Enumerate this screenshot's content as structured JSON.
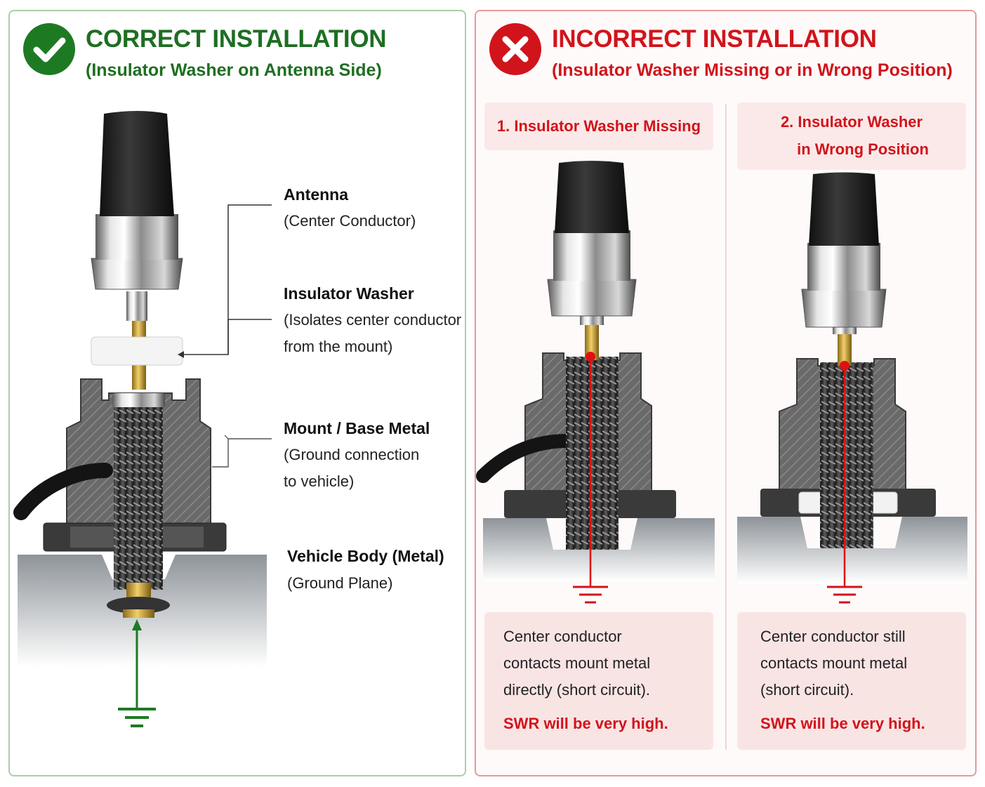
{
  "correct": {
    "title": "CORRECT INSTALLATION",
    "subtitle": "(Insulator Washer on Antenna Side)",
    "badge_icon": "checkmark-icon",
    "color": "#1e6e22",
    "labels": {
      "antenna_title": "Antenna",
      "antenna_desc": "(Center Conductor)",
      "washer_title": "Insulator Washer",
      "washer_desc_1": "(Isolates center conductor",
      "washer_desc_2": "from the mount)",
      "mount_title": "Mount / Base Metal",
      "mount_desc_1": "(Ground connection",
      "mount_desc_2": "to vehicle)",
      "body_title": "Vehicle Body (Metal)",
      "body_desc": "(Ground Plane)"
    }
  },
  "incorrect": {
    "title": "INCORRECT INSTALLATION",
    "subtitle": "(Insulator Washer Missing or in Wrong Position)",
    "badge_icon": "cross-icon",
    "color": "#d1141b",
    "cases": [
      {
        "title_1": "1. Insulator Washer Missing",
        "title_2": "",
        "note_1": "Center conductor",
        "note_2": "contacts mount metal",
        "note_3": "directly (short circuit).",
        "swr": "SWR will be very high."
      },
      {
        "title_1": "2. Insulator Washer",
        "title_2": "in Wrong Position",
        "note_1": "Center conductor still",
        "note_2": "contacts mount metal",
        "note_3": "(short circuit).",
        "swr": "SWR will be very high."
      }
    ]
  }
}
